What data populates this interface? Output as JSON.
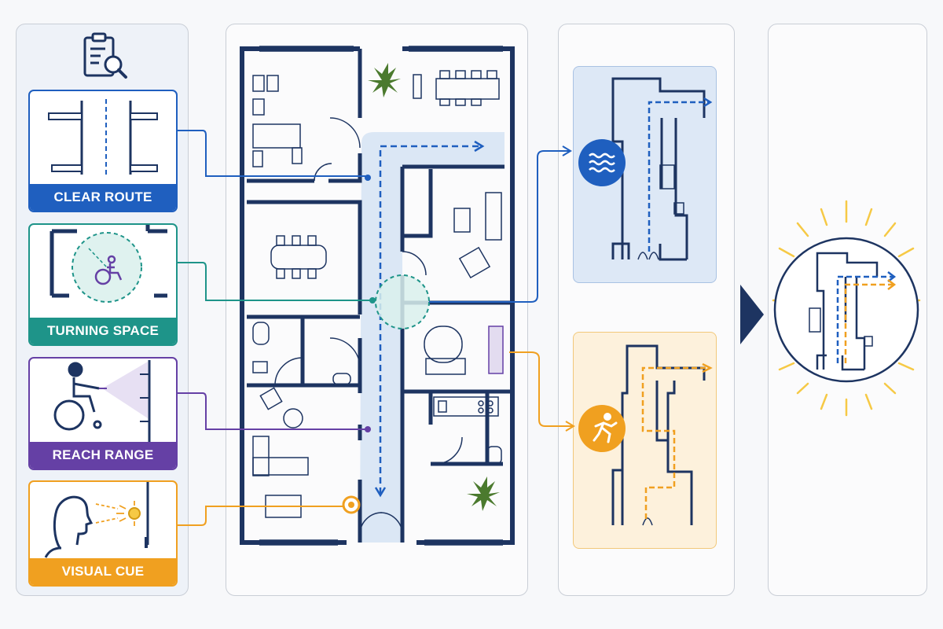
{
  "criteria": {
    "items": [
      {
        "key": "clear",
        "label": "CLEAR ROUTE",
        "color": "#1f5fbf"
      },
      {
        "key": "turn",
        "label": "TURNING SPACE",
        "color": "#1e9489"
      },
      {
        "key": "reach",
        "label": "REACH RANGE",
        "color": "#6540a5"
      },
      {
        "key": "visual",
        "label": "VISUAL CUE",
        "color": "#f0a020"
      }
    ]
  },
  "colors": {
    "wall": "#1d3461",
    "route_fill": "#dbe7f5",
    "calm_accent": "#1f5fbf",
    "rush_accent": "#f0a020",
    "arrow": "#1d3461"
  },
  "icons": {
    "header": "clipboard-search-icon",
    "calm_mode": "waves-icon",
    "rush_mode": "running-person-icon",
    "transition": "triangle-right-icon"
  }
}
